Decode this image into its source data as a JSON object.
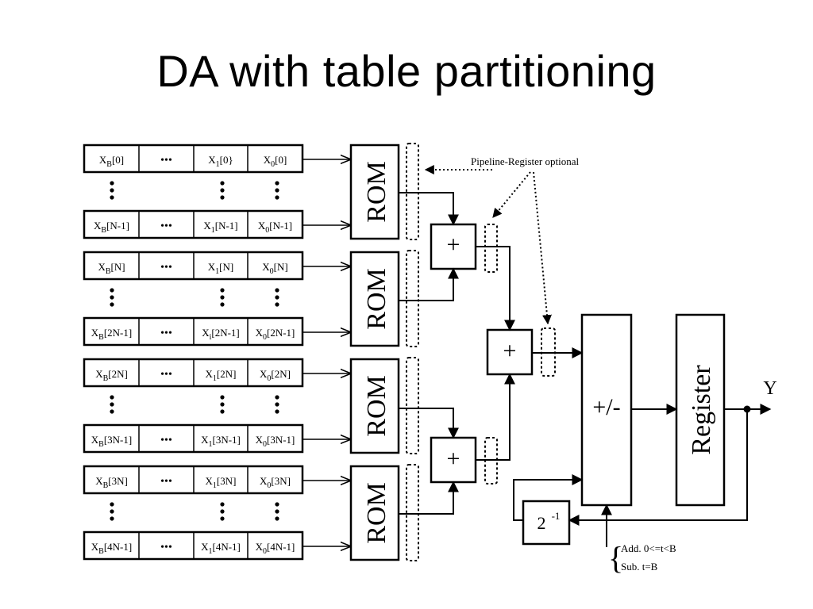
{
  "title": "DA with table partitioning",
  "groups": [
    {
      "top_row": {
        "xb": "X",
        "xb_sub": "B",
        "xb_idx": "[0]",
        "x1": "X",
        "x1_sub": "1",
        "x1_idx": "[0}",
        "x0": "X",
        "x0_sub": "0",
        "x0_idx": "[0]"
      },
      "bottom_row": {
        "xb": "X",
        "xb_sub": "B",
        "xb_idx": "[N-1]",
        "x1": "X",
        "x1_sub": "1",
        "x1_idx": "[N-1]",
        "x0": "X",
        "x0_sub": "0",
        "x0_idx": "[N-1]"
      }
    },
    {
      "top_row": {
        "xb": "X",
        "xb_sub": "B",
        "xb_idx": "[N]",
        "x1": "X",
        "x1_sub": "1",
        "x1_idx": "[N]",
        "x0": "X",
        "x0_sub": "0",
        "x0_idx": "[N]"
      },
      "bottom_row": {
        "xb": "X",
        "xb_sub": "B",
        "xb_idx": "[2N-1]",
        "x1": "X",
        "x1_sub": "i",
        "x1_idx": "[2N-1]",
        "x0": "X",
        "x0_sub": "0",
        "x0_idx": "[2N-1]"
      }
    },
    {
      "top_row": {
        "xb": "X",
        "xb_sub": "B",
        "xb_idx": "[2N]",
        "x1": "X",
        "x1_sub": "1",
        "x1_idx": "[2N]",
        "x0": "X",
        "x0_sub": "0",
        "x0_idx": "[2N]"
      },
      "bottom_row": {
        "xb": "X",
        "xb_sub": "B",
        "xb_idx": "[3N-1]",
        "x1": "X",
        "x1_sub": "1",
        "x1_idx": "[3N-1]",
        "x0": "X",
        "x0_sub": "0",
        "x0_idx": "[3N-1]"
      }
    },
    {
      "top_row": {
        "xb": "X",
        "xb_sub": "B",
        "xb_idx": "[3N]",
        "x1": "X",
        "x1_sub": "1",
        "x1_idx": "[3N]",
        "x0": "X",
        "x0_sub": "0",
        "x0_idx": "[3N]"
      },
      "bottom_row": {
        "xb": "X",
        "xb_sub": "B",
        "xb_idx": "[4N-1]",
        "x1": "X",
        "x1_sub": "1",
        "x1_idx": "[4N-1]",
        "x0": "X",
        "x0_sub": "0",
        "x0_idx": "[4N-1]"
      }
    }
  ],
  "ellipsis": "•••",
  "vdots": "⋮",
  "rom_label": "ROM",
  "adder_label": "+",
  "addsub_label": "+/-",
  "register_label": "Register",
  "output_label": "Y",
  "shift_base": "2",
  "shift_exp": "-1",
  "pipeline_note": "Pipeline-Register optional",
  "control": {
    "brace": "{",
    "add": "Add.  0<=t<B",
    "sub": "Sub.   t=B"
  }
}
